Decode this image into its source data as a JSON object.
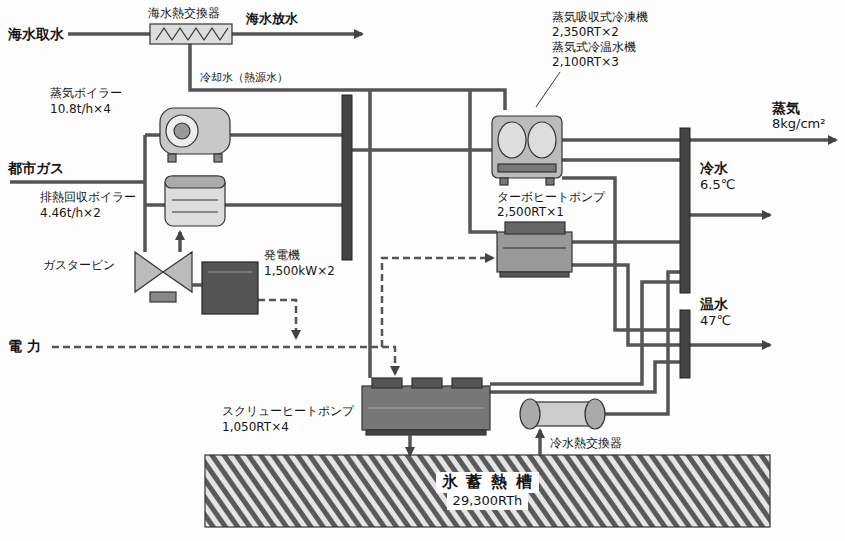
{
  "diagram": {
    "nodes": [
      {
        "text": [
          "海水熱交換器"
        ]
      },
      {
        "text": [
          "蒸気ボイラー",
          "10.8t/h×4"
        ]
      },
      {
        "text": [
          "排熱回収ボイラー",
          "4.46t/h×2"
        ]
      },
      {
        "text": [
          "ガスタービン"
        ]
      },
      {
        "text": [
          "発電機",
          "1,500kW×2"
        ]
      },
      {
        "text": [
          "蒸気吸収式冷凍機",
          "2,350RT×2",
          "蒸気式冷温水機",
          "2,100RT×3"
        ]
      },
      {
        "text": [
          "ターボヒートポンプ",
          "2,500RT×1"
        ]
      },
      {
        "text": [
          "スクリューヒートポンプ",
          "1,050RT×4"
        ]
      },
      {
        "text": [
          "冷水熱交換器"
        ]
      },
      {
        "text": [
          "氷 蓄 熱 槽",
          "29,300RTh"
        ]
      }
    ],
    "edges": [
      {
        "from": 3,
        "to": 2,
        "arrow": "to"
      },
      {
        "from": 3,
        "to": 4,
        "arrow": "none"
      },
      {
        "from": 7,
        "to": 9,
        "arrow": "to"
      },
      {
        "from": 9,
        "to": 8,
        "arrow": "to"
      }
    ],
    "labels": [
      "海水取水",
      "海水放水",
      "冷却水（熱源水）",
      "都市ガス",
      "電 力",
      "蒸気",
      "8kg/cm²",
      "冷水",
      "6.5℃",
      "温水",
      "47℃"
    ]
  }
}
